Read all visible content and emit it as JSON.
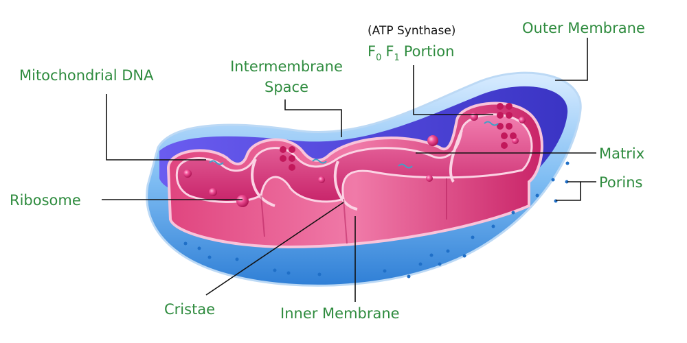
{
  "labels": {
    "mito_dna": "Mitochondrial DNA",
    "intermembrane_1": "Intermembrane",
    "intermembrane_2": "Space",
    "atp_synthase": "(ATP Synthase)",
    "f0_f": "F",
    "f0_sub": "0",
    "f1_f": "F",
    "f1_sub": "1",
    "portion": "Portion",
    "outer_membrane": "Outer Membrane",
    "matrix": "Matrix",
    "porins": "Porins",
    "ribosome": "Ribosome",
    "cristae": "Cristae",
    "inner_membrane": "Inner Membrane"
  },
  "colors": {
    "label_green": "#2e8b3e",
    "outer_blue": "#3a8fe0",
    "inner_pink": "#d6336f",
    "dark_interior": "#4a3fd0"
  }
}
